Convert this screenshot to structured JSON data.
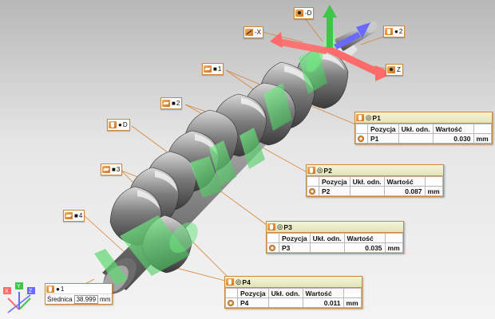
{
  "viewport": {
    "datum_tags": [
      {
        "id": "d",
        "icon": "dot",
        "label": "-D"
      },
      {
        "id": "x",
        "icon": "line",
        "label": "-X"
      },
      {
        "id": "z",
        "icon": "dot",
        "label": "Z"
      },
      {
        "id": "c2",
        "icon": "cyl",
        "label": "2"
      },
      {
        "id": "p1",
        "icon": "plane",
        "label": "1"
      },
      {
        "id": "p2",
        "icon": "plane",
        "label": "2"
      },
      {
        "id": "cd",
        "icon": "cyl",
        "label": "D"
      },
      {
        "id": "p3",
        "icon": "plane",
        "label": "3"
      },
      {
        "id": "p4",
        "icon": "plane",
        "label": "4"
      }
    ],
    "tables": [
      {
        "title": "P1",
        "h_pos": "Pozycja",
        "h_ref": "Ukł. odn.",
        "h_val": "Wartość",
        "row_name": "P1",
        "row_ref": "",
        "value": "0.030",
        "unit": "mm"
      },
      {
        "title": "P2",
        "h_pos": "Pozycja",
        "h_ref": "Ukł. odn.",
        "h_val": "Wartość",
        "row_name": "P2",
        "row_ref": "",
        "value": "0.087",
        "unit": "mm"
      },
      {
        "title": "P3",
        "h_pos": "Pozycja",
        "h_ref": "Ukł. odn.",
        "h_val": "Wartość",
        "row_name": "P3",
        "row_ref": "",
        "value": "0.035",
        "unit": "mm"
      },
      {
        "title": "P4",
        "h_pos": "Pozycja",
        "h_ref": "Ukł. odn.",
        "h_val": "Wartość",
        "row_name": "P4",
        "row_ref": "",
        "value": "0.011",
        "unit": "mm"
      }
    ],
    "diameter": {
      "title": "1",
      "label": "Średnica",
      "value": "38.999",
      "unit": "mm"
    },
    "axis_labels": {
      "x": "X",
      "y": "Y",
      "z": "Z"
    },
    "colors": {
      "accent": "#c98a3c",
      "axis_x": "#ff6a6a",
      "axis_y": "#3ec64a",
      "axis_z": "#6a6aff",
      "highlight": "#66e07a"
    }
  }
}
